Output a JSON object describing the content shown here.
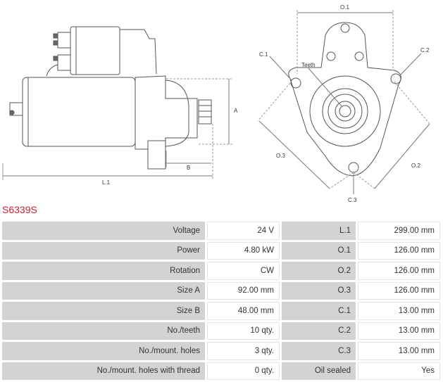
{
  "part_number": "S6339S",
  "diagram_labels": {
    "L1": "L.1",
    "A": "A",
    "B": "B",
    "O1": "O.1",
    "O2": "O.2",
    "O3": "O.3",
    "C1": "C.1",
    "C2": "C.2",
    "C3": "C.3",
    "teeth": "Teeth"
  },
  "specs": [
    {
      "label": "Voltage",
      "value": "24 V",
      "label2": "L.1",
      "value2": "299.00 mm"
    },
    {
      "label": "Power",
      "value": "4.80 kW",
      "label2": "O.1",
      "value2": "126.00 mm"
    },
    {
      "label": "Rotation",
      "value": "CW",
      "label2": "O.2",
      "value2": "126.00 mm"
    },
    {
      "label": "Size A",
      "value": "92.00 mm",
      "label2": "O.3",
      "value2": "126.00 mm"
    },
    {
      "label": "Size B",
      "value": "48.00 mm",
      "label2": "C.1",
      "value2": "13.00 mm"
    },
    {
      "label": "No./teeth",
      "value": "10 qty.",
      "label2": "C.2",
      "value2": "13.00 mm"
    },
    {
      "label": "No./mount. holes",
      "value": "3 qty.",
      "label2": "C.3",
      "value2": "13.00 mm"
    },
    {
      "label": "No./mount. holes with thread",
      "value": "0 qty.",
      "label2": "Oil sealed",
      "value2": "Yes"
    }
  ]
}
